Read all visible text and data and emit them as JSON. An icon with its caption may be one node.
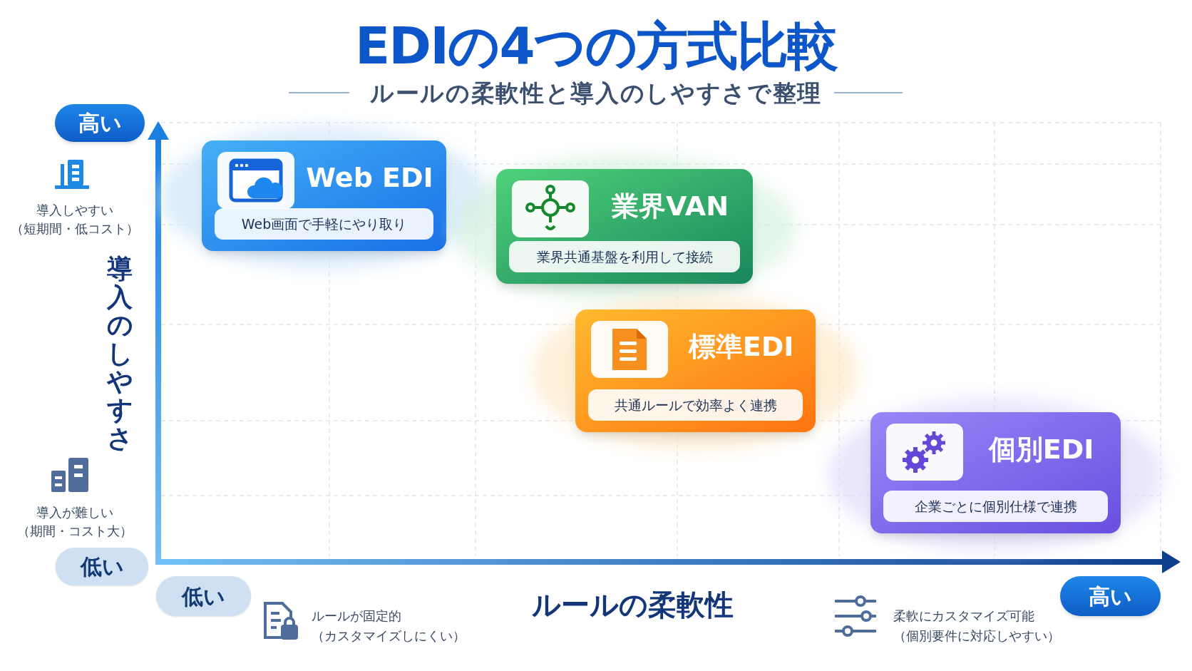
{
  "diagram": {
    "title": "EDIの4つの方式比較",
    "nodes": [
      {
        "text": [
          "Web EDI",
          "Web画面で手軽にやり取り"
        ]
      },
      {
        "text": [
          "業界VAN",
          "業界共通基盤を利用して接続"
        ]
      },
      {
        "text": [
          "標準EDI",
          "共通ルールで効率よく連携"
        ]
      },
      {
        "text": [
          "個別EDI",
          "企業ごとに個別仕様で連携"
        ]
      }
    ],
    "labels": [
      "ルールの柔軟性と導入のしやすさで整理",
      "高い",
      "導入しやすい（短期間・低コスト）",
      "導入のしやすさ",
      "導入が難しい（期間・コスト大）",
      "低い",
      "低い",
      "ルールが固定的（カスタマイズしにくい）",
      "ルールの柔軟性",
      "柔軟にカスタマイズ可能（個別要件に対応しやすい）",
      "高い"
    ]
  }
}
